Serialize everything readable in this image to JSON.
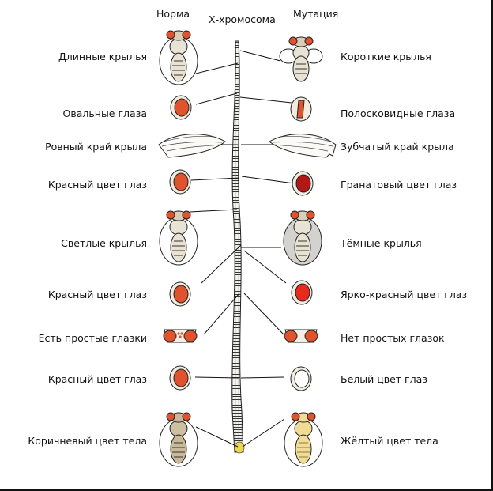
{
  "headers": {
    "norm": "Норма",
    "chromosome": "Х-хромосома",
    "mutation": "Мутация"
  },
  "traits": [
    {
      "normal": "Длинные крылья",
      "mutant": "Короткие крылья",
      "normal_icon": "fly-icon",
      "mutant_icon": "short-wing-fly-icon"
    },
    {
      "normal": "Овальные глаза",
      "mutant": "Полосковидные глаза",
      "normal_icon": "eye-icon",
      "mutant_icon": "bar-eye-icon"
    },
    {
      "normal": "Ровный край крыла",
      "mutant": "Зубчатый край крыла",
      "normal_icon": "wing-icon",
      "mutant_icon": "notched-wing-icon"
    },
    {
      "normal": "Красный цвет глаз",
      "mutant": "Гранатовый цвет глаз",
      "normal_icon": "eye-icon",
      "mutant_icon": "garnet-eye-icon"
    },
    {
      "normal": "Светлые крылья",
      "mutant": "Тёмные крылья",
      "normal_icon": "fly-icon",
      "mutant_icon": "dark-wing-fly-icon"
    },
    {
      "normal": "Красный цвет глаз",
      "mutant": "Ярко-красный цвет глаз",
      "normal_icon": "eye-icon",
      "mutant_icon": "bright-red-eye-icon"
    },
    {
      "normal": "Есть простые глазки",
      "mutant": "Нет простых глазок",
      "normal_icon": "head-icon",
      "mutant_icon": "head-icon"
    },
    {
      "normal": "Красный цвет глаз",
      "mutant": "Белый цвет глаз",
      "normal_icon": "eye-icon",
      "mutant_icon": "white-eye-icon"
    },
    {
      "normal": "Коричневый цвет тела",
      "mutant": "Жёлтый цвет тела",
      "normal_icon": "fly-icon",
      "mutant_icon": "yellow-body-fly-icon"
    }
  ],
  "colors": {
    "eye_red": "#e0532c",
    "eye_garnet": "#b31818",
    "eye_bright": "#e82a1e",
    "eye_white": "#ffffff",
    "body_yellow": "#f2dc95",
    "line": "#111111"
  }
}
